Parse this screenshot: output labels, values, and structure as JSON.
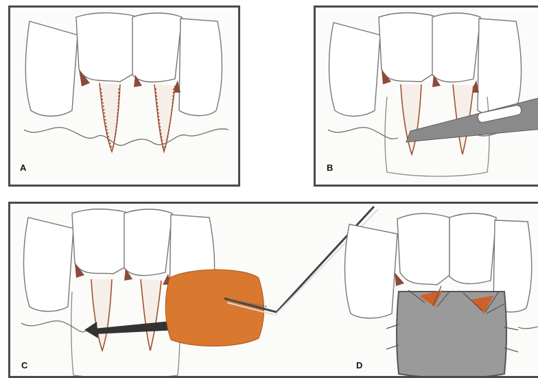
{
  "panels": {
    "a": {
      "label": "A"
    },
    "b": {
      "label": "B"
    },
    "c": {
      "label": "C"
    },
    "d": {
      "label": "D"
    }
  },
  "colors": {
    "border": "#4a4a4a",
    "tissue": "#8b4a3a",
    "pocket_outline": "#a0522d",
    "blade": "#8a8a8a",
    "graft_sponge": "#d9782f",
    "membrane": "#9a9a9a",
    "suture_core": "#d0602a"
  },
  "icons": [
    "scalpel-blade-icon",
    "tweezers-icon",
    "graft-sponge-icon",
    "arrow-left-icon",
    "suture-icon"
  ]
}
